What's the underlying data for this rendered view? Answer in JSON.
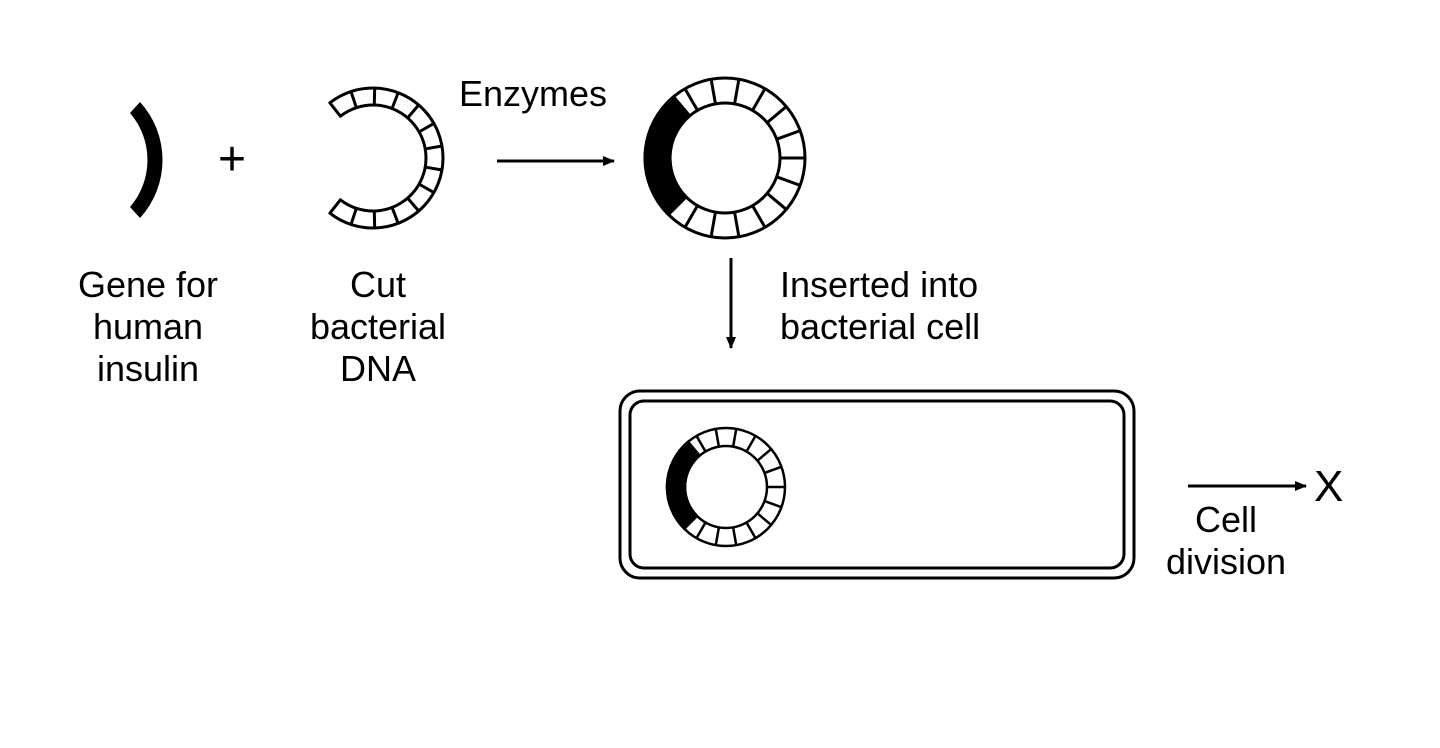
{
  "labels": {
    "gene": [
      "Gene for",
      "human",
      "insulin"
    ],
    "cut_dna": [
      "Cut",
      "bacterial",
      "DNA"
    ],
    "plus": "+",
    "enzymes": "Enzymes",
    "inserted": [
      "Inserted into",
      "bacterial cell"
    ],
    "cell_division": [
      "Cell",
      "division"
    ],
    "result": "X"
  },
  "colors": {
    "ink": "#000000",
    "background": "#ffffff"
  }
}
